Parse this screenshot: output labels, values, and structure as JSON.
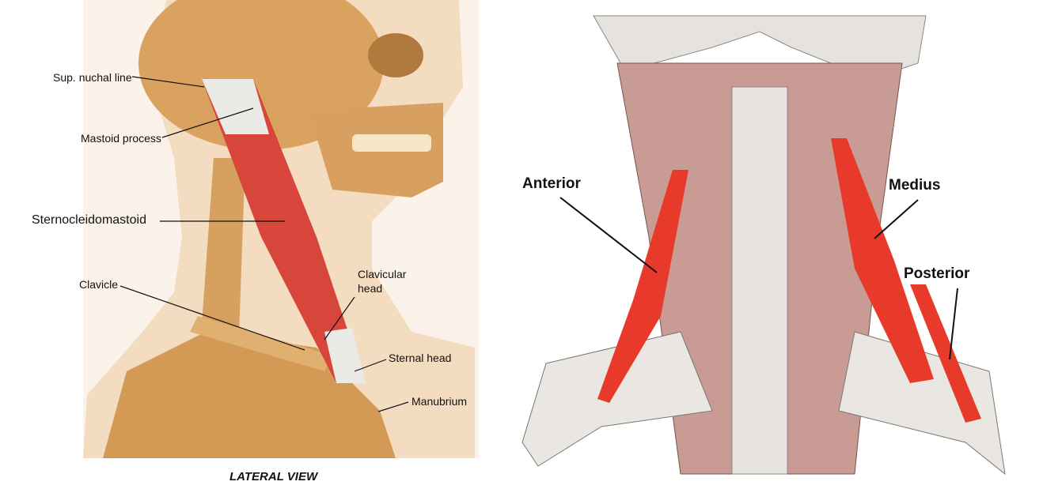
{
  "lateral_view": {
    "caption": "LATERAL VIEW",
    "labels": {
      "sup_nuchal_line": "Sup. nuchal line",
      "mastoid_process": "Mastoid process",
      "sternocleidomastoid": "Sternocleidomastoid",
      "clavicle": "Clavicle",
      "clavicular_head_1": "Clavicular",
      "clavicular_head_2": "head",
      "sternal_head": "Sternal head",
      "manubrium": "Manubrium"
    }
  },
  "anterior_view": {
    "labels": {
      "anterior": "Anterior",
      "medius": "Medius",
      "posterior": "Posterior"
    }
  },
  "colors": {
    "muscle_red": "#e8382a",
    "bone": "#d9a25e",
    "skin": "#f3dcc0",
    "gray_muscle": "#b98a85"
  }
}
